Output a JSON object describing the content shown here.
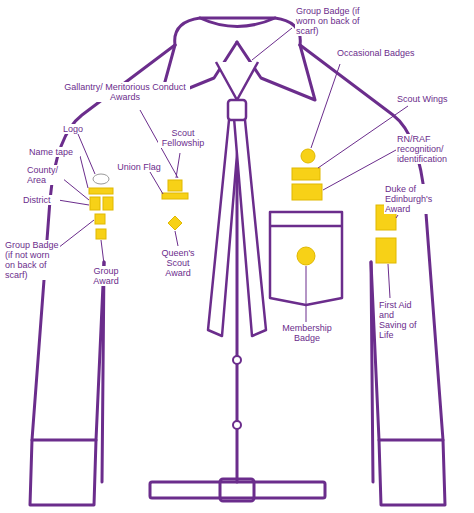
{
  "diagram": {
    "labels": [
      "Group Badge (if worn on back of scarf)",
      "Gallantry/ Meritorious Conduct Awards",
      "Occasional Badges",
      "Logo",
      "Scout Fellowship",
      "Scout Wings",
      "Name tape",
      "Union Flag",
      "RN/RAF recognition/ identification",
      "County/ Area",
      "District",
      "Group Badge (if not worn on back of scarf)",
      "Queen's Scout Award",
      "Duke of Edinburgh's Award",
      "Group Award",
      "Membership Badge",
      "First Aid and Saving of Life"
    ]
  }
}
